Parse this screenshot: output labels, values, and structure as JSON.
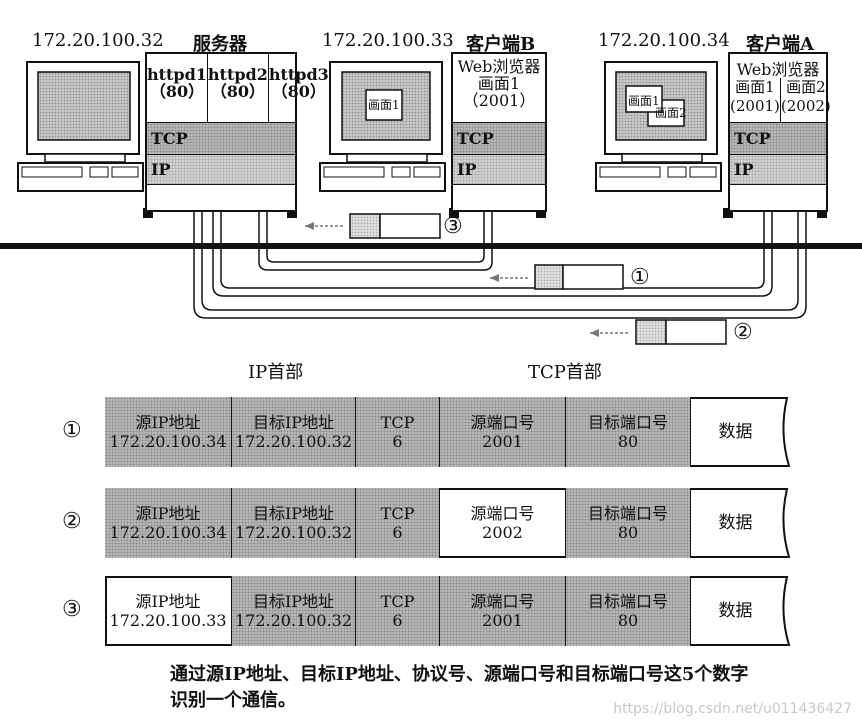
{
  "hosts": {
    "server_ip": "172.20.100.32",
    "server_title": "服务器",
    "client_b_ip": "172.20.100.33",
    "client_b_title": "客户端B",
    "client_a_ip": "172.20.100.34",
    "client_a_title": "客户端A"
  },
  "server_stack": {
    "apps": [
      {
        "name": "httpd1",
        "port": "（80）"
      },
      {
        "name": "httpd2",
        "port": "（80）"
      },
      {
        "name": "httpd3",
        "port": "（80）"
      }
    ],
    "tcp": "TCP",
    "ip": "IP"
  },
  "client_b_stack": {
    "line1": "Web浏览器",
    "line2": "画面1",
    "line3": "（2001）",
    "tcp": "TCP",
    "ip": "IP",
    "screen_window": "画面1"
  },
  "client_a_stack": {
    "line1": "Web浏览器",
    "col1_line1": "画面1",
    "col1_line2": "(2001)",
    "col2_line1": "画面2",
    "col2_line2": "(2002)",
    "tcp": "TCP",
    "ip": "IP",
    "screen_window1": "画面1",
    "screen_window2": "画面2"
  },
  "packets_top": [
    "①",
    "②",
    "③"
  ],
  "headers": {
    "ip_header": "IP首部",
    "tcp_header": "TCP首部"
  },
  "rows": [
    {
      "num": "①",
      "src_ip_label": "源IP地址",
      "src_ip": "172.20.100.34",
      "dst_ip_label": "目标IP地址",
      "dst_ip": "172.20.100.32",
      "proto_label": "TCP",
      "proto": "6",
      "src_port_label": "源端口号",
      "src_port": "2001",
      "dst_port_label": "目标端口号",
      "dst_port": "80",
      "data": "数据"
    },
    {
      "num": "②",
      "src_ip_label": "源IP地址",
      "src_ip": "172.20.100.34",
      "dst_ip_label": "目标IP地址",
      "dst_ip": "172.20.100.32",
      "proto_label": "TCP",
      "proto": "6",
      "src_port_label": "源端口号",
      "src_port": "2002",
      "dst_port_label": "目标端口号",
      "dst_port": "80",
      "data": "数据"
    },
    {
      "num": "③",
      "src_ip_label": "源IP地址",
      "src_ip": "172.20.100.33",
      "dst_ip_label": "目标IP地址",
      "dst_ip": "172.20.100.32",
      "proto_label": "TCP",
      "proto": "6",
      "src_port_label": "源端口号",
      "src_port": "2001",
      "dst_port_label": "目标端口号",
      "dst_port": "80",
      "data": "数据"
    }
  ],
  "caption_line1": "通过源IP地址、目标IP地址、协议号、源端口号和目标端口号这5个数字",
  "caption_line2": "识别一个通信。",
  "watermark": "https://blog.csdn.net/u011436427"
}
